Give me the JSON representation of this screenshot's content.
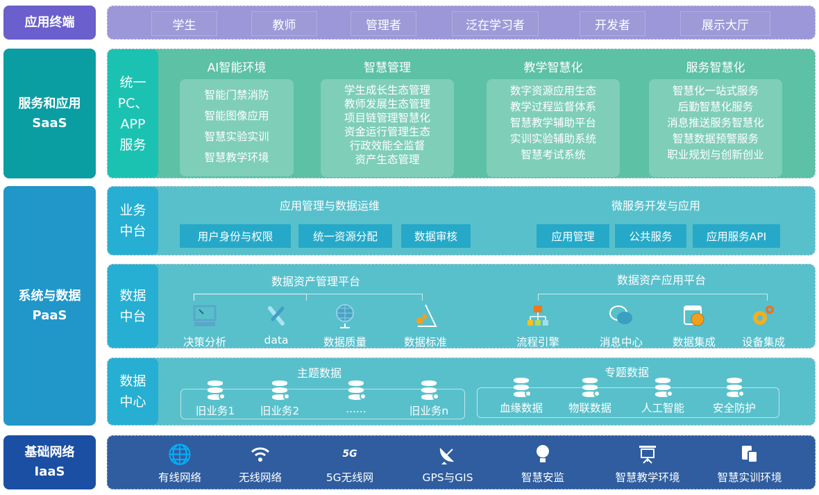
{
  "layers": {
    "terminal": "应用终端",
    "saas": [
      "服务和应用",
      "SaaS"
    ],
    "paas": [
      "系统与数据",
      "PaaS"
    ],
    "iaas": [
      "基础网络",
      "IaaS"
    ]
  },
  "terminals": [
    "学生",
    "教师",
    "管理者",
    "泛在学习者",
    "开发者",
    "展示大厅"
  ],
  "saas": {
    "tab": [
      "统一",
      "PC、",
      "APP",
      "服务"
    ],
    "columns": [
      {
        "title": "AI智能环境",
        "items": [
          "智能门禁消防",
          "智能图像应用",
          "智慧实验实训",
          "智慧教学环境"
        ]
      },
      {
        "title": "智慧管理",
        "items": [
          "学生成长生态管理",
          "教师发展生态管理",
          "项目链管理智慧化",
          "资金运行管理生态",
          "行政效能全监督",
          "资产生态管理"
        ]
      },
      {
        "title": "教学智慧化",
        "items": [
          "数字资源应用生态",
          "教学过程监督体系",
          "智慧教学辅助平台",
          "实训实验辅助系统",
          "智慧考试系统"
        ]
      },
      {
        "title": "服务智慧化",
        "items": [
          "智慧化一站式服务",
          "后勤智慧化服务",
          "消息推送服务智慧化",
          "智慧数据预警服务",
          "职业规划与创新创业"
        ]
      }
    ]
  },
  "business": {
    "tab": [
      "业务",
      "中台"
    ],
    "left_title": "应用管理与数据运维",
    "left": [
      "用户身份与权限",
      "统一资源分配",
      "数据审核"
    ],
    "right_title": "微服务开发与应用",
    "right": [
      "应用管理",
      "公共服务",
      "应用服务API"
    ]
  },
  "data_platform": {
    "tab": [
      "数据",
      "中台"
    ],
    "left_title": "数据资产管理平台",
    "left": [
      {
        "label": "决策分析",
        "icon": "monitor-icon"
      },
      {
        "label": "data",
        "icon": "link-icon"
      },
      {
        "label": "数据质量",
        "icon": "globe-icon"
      },
      {
        "label": "数据标准",
        "icon": "gear-triangle-icon"
      }
    ],
    "right_title": "数据资产应用平台",
    "right": [
      {
        "label": "流程引擎",
        "icon": "flowchart-icon"
      },
      {
        "label": "消息中心",
        "icon": "chat-icon"
      },
      {
        "label": "数据集成",
        "icon": "browser-globe-icon"
      },
      {
        "label": "设备集成",
        "icon": "gears-icon"
      }
    ]
  },
  "data_center": {
    "tab": [
      "数据",
      "中心"
    ],
    "left_title": "主题数据",
    "left": [
      "旧业务1",
      "旧业务2",
      "......",
      "旧业务n"
    ],
    "right_title": "专题数据",
    "right": [
      "血缘数据",
      "物联数据",
      "人工智能",
      "安全防护"
    ]
  },
  "network": [
    {
      "label": "有线网络",
      "icon": "globe-icon"
    },
    {
      "label": "无线网络",
      "icon": "wifi-icon"
    },
    {
      "label": "5G无线网",
      "icon": "5g-icon"
    },
    {
      "label": "GPS与GIS",
      "icon": "satellite-icon"
    },
    {
      "label": "智慧安监",
      "icon": "bulb-icon"
    },
    {
      "label": "智慧教学环境",
      "icon": "easel-icon"
    },
    {
      "label": "智慧实训环境",
      "icon": "device-icon"
    }
  ],
  "colors": {
    "terminal": "#6a5fcc",
    "saas": "#0a9ea3",
    "paas": "#2196c9",
    "iaas": "#1b4fa3"
  }
}
